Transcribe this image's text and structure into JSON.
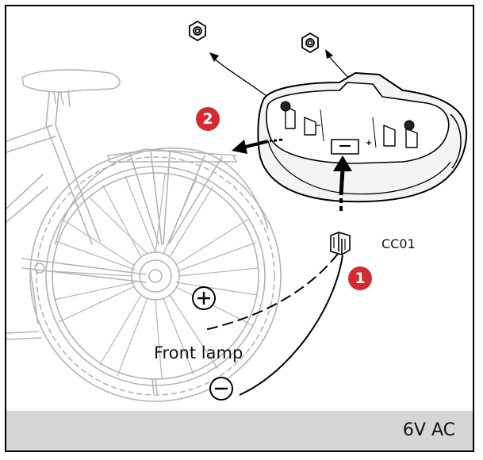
{
  "labels": {
    "connector": "CC01",
    "front_lamp": "Front lamp",
    "voltage": "6V AC",
    "plus_symbol": "+",
    "minus_symbol": "−"
  },
  "steps": [
    {
      "number": "1"
    },
    {
      "number": "2"
    }
  ],
  "colors": {
    "step_badge": "#d42a32",
    "bottom_band": "#d4d6d8",
    "line_art": "#000000",
    "bike_lines": "#b4b4b4"
  }
}
